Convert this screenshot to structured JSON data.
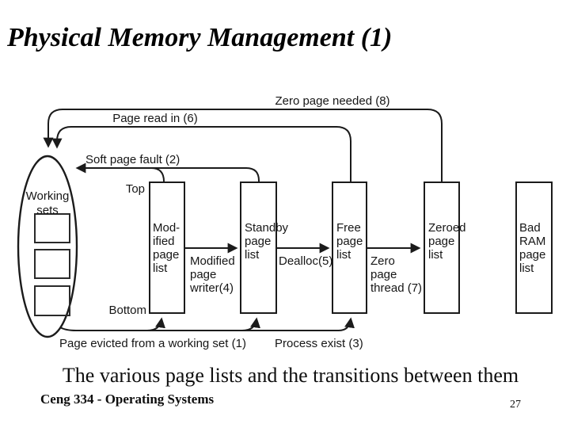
{
  "slide": {
    "title": "Physical Memory Management (1)",
    "caption": "The various page lists and the transitions between them",
    "footer": "Ceng 334 - Operating Systems",
    "page_number": "27"
  },
  "diagram": {
    "working_sets": [
      "Working",
      "sets"
    ],
    "labels": {
      "top": "Top",
      "bottom": "Bottom"
    },
    "transitions": {
      "zero_page_needed": "Zero page needed (8)",
      "page_read_in": "Page read in (6)",
      "soft_page_fault": "Soft page fault (2)",
      "page_evicted": "Page evicted from a working set (1)",
      "process_exist": "Process exist (3)",
      "modified_page_writer": [
        "Modified",
        "page",
        "writer(4)"
      ],
      "dealloc": "Dealloc(5)",
      "zero_page_thread": [
        "Zero",
        "page",
        "thread (7)"
      ]
    },
    "lists": {
      "modified": [
        "Mod-",
        "ified",
        "page",
        "list"
      ],
      "standby": [
        "Standby",
        "page",
        "list"
      ],
      "free": [
        "Free",
        "page",
        "list"
      ],
      "zeroed": [
        "Zeroed",
        "page",
        "list"
      ],
      "bad_ram": [
        "Bad",
        "RAM",
        "page",
        "list"
      ]
    },
    "ink_color": "#1b1b1b",
    "background_color": "#ffffff"
  }
}
